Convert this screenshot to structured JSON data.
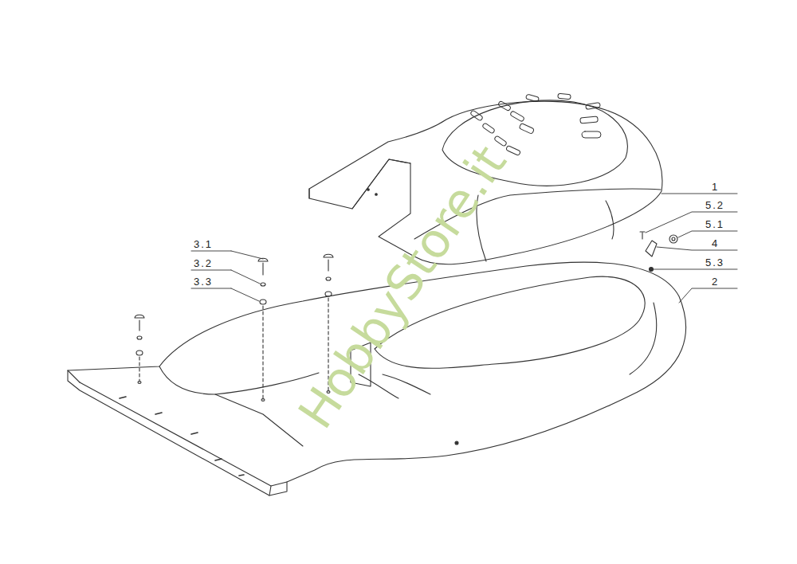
{
  "diagram": {
    "labels": [
      "3.1",
      "3.2",
      "3.3",
      "1",
      "5.2",
      "5.1",
      "4",
      "5.3",
      "2",
      "HobbyStore.it"
    ]
  }
}
